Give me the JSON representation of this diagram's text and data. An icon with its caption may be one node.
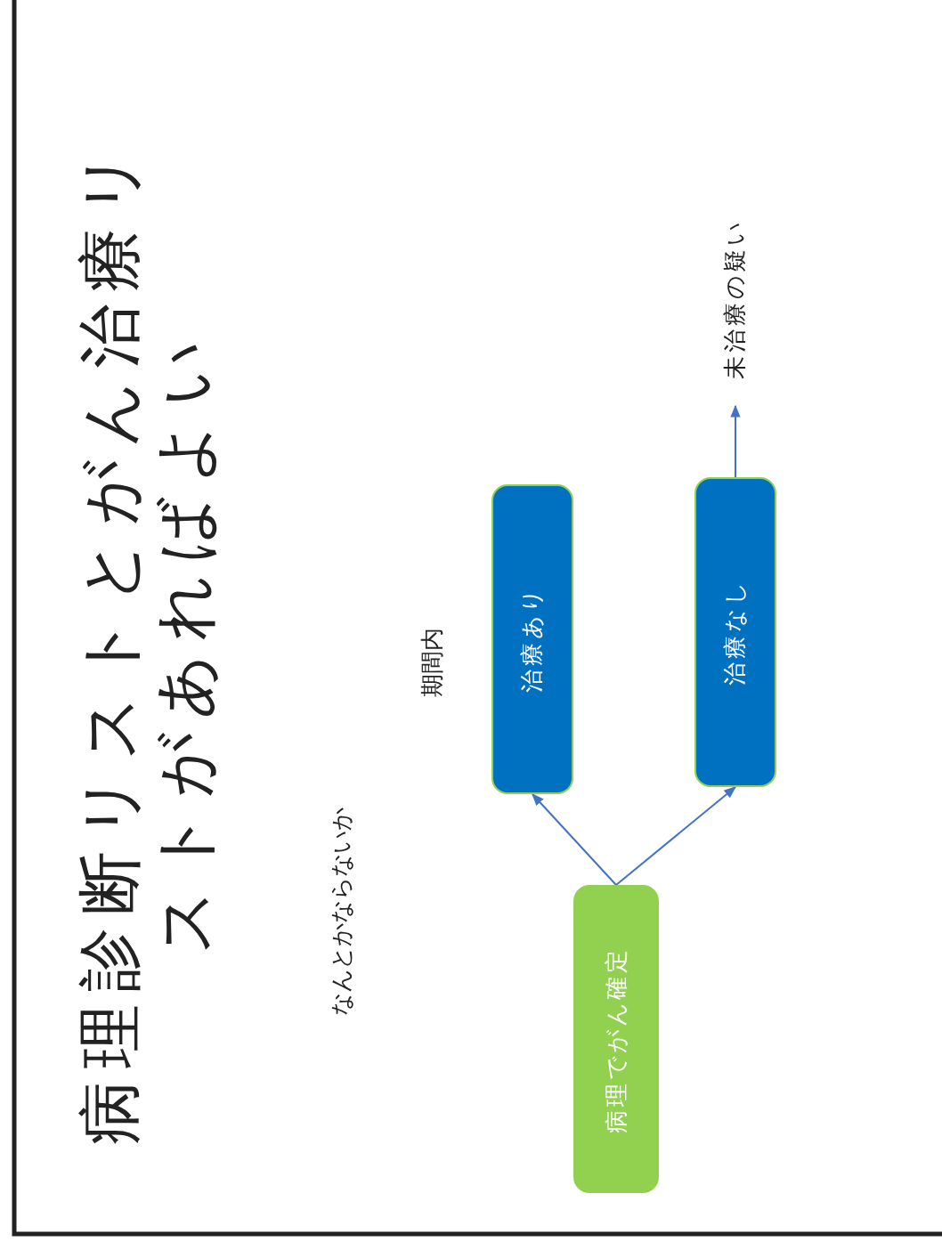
{
  "diagram": {
    "title": "病理診断リストとがん治療リストがあればよい",
    "nodes": [
      {
        "text": [
          "病理でがん確定"
        ]
      },
      {
        "text": [
          "治療あり"
        ]
      },
      {
        "text": [
          "治療なし"
        ]
      },
      {
        "text": [
          "未治療の疑い"
        ]
      }
    ],
    "edges": [
      {
        "from": 0,
        "to": 1,
        "arrow": "to"
      },
      {
        "from": 0,
        "to": 2,
        "arrow": "to"
      },
      {
        "from": 2,
        "to": 3,
        "arrow": "to"
      }
    ],
    "labels": [
      "なんとかならないか",
      "期間内"
    ]
  }
}
